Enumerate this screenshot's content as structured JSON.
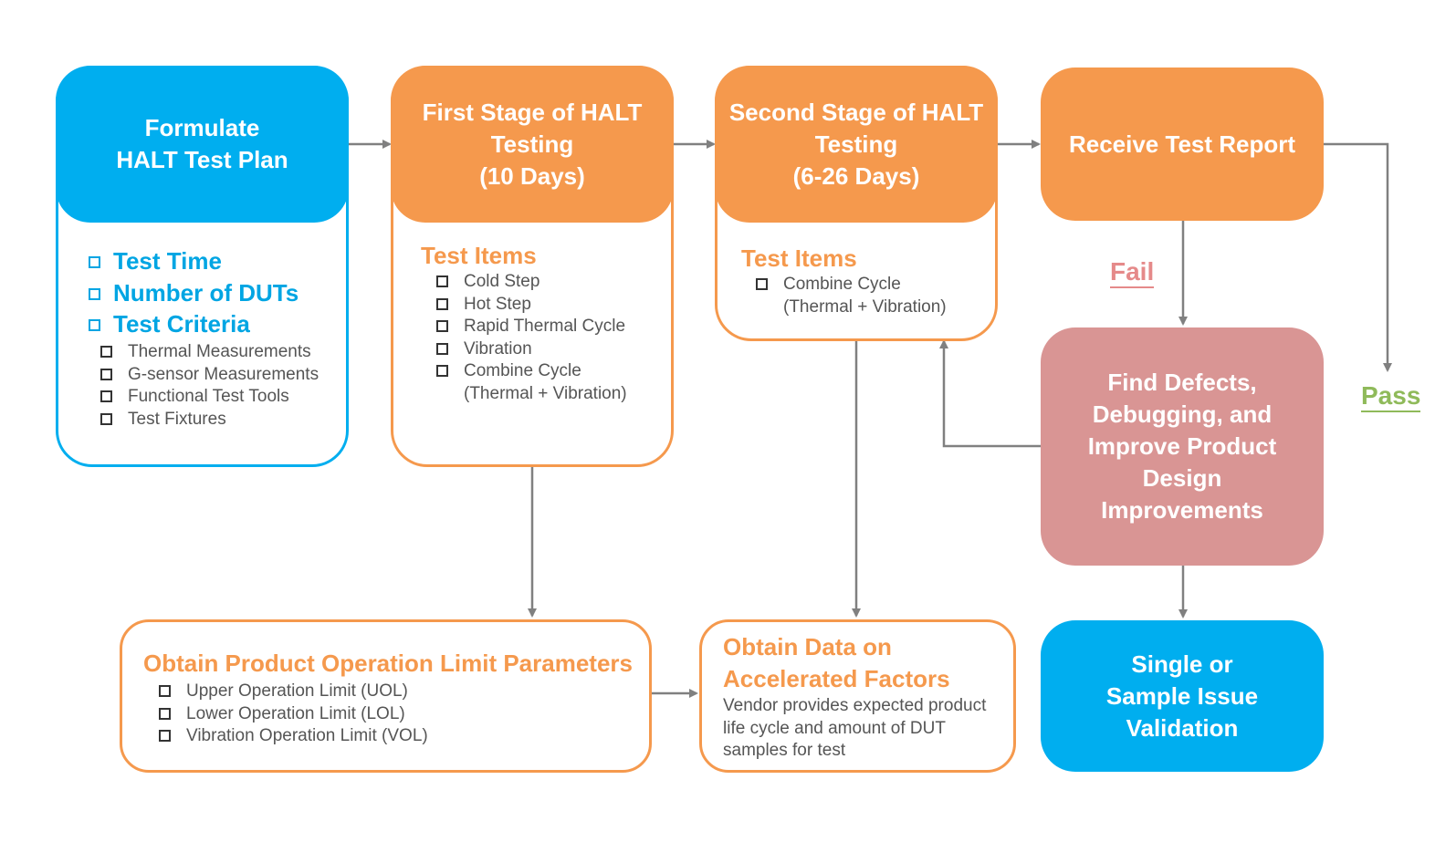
{
  "plan": {
    "title_line1": "Formulate",
    "title_line2": "HALT Test Plan",
    "items": [
      "Test Time",
      "Number of DUTs",
      "Test Criteria"
    ],
    "criteria": [
      "Thermal Measurements",
      "G-sensor Measurements",
      "Functional Test Tools",
      "Test Fixtures"
    ]
  },
  "stage1": {
    "title_line1": "First Stage of HALT",
    "title_line2": "Testing",
    "title_line3": "(10 Days)",
    "section": "Test Items",
    "items": [
      "Cold Step",
      "Hot Step",
      "Rapid Thermal Cycle",
      "Vibration",
      "Combine Cycle (Thermal + Vibration)"
    ]
  },
  "stage2": {
    "title_line1": "Second Stage of HALT",
    "title_line2": "Testing",
    "title_line3": "(6-26 Days)",
    "section": "Test Items",
    "items": [
      "Combine Cycle (Thermal + Vibration)"
    ]
  },
  "report": {
    "title": "Receive Test Report"
  },
  "defects": {
    "title": "Find Defects, Debugging, and Improve Product Design Improvements"
  },
  "validation": {
    "title": "Single or Sample Issue Validation"
  },
  "limits": {
    "title": "Obtain Product Operation Limit Parameters",
    "items": [
      "Upper Operation Limit (UOL)",
      "Lower Operation Limit (LOL)",
      "Vibration Operation Limit (VOL)"
    ]
  },
  "factors": {
    "title": "Obtain Data on Accelerated Factors",
    "text": "Vendor provides expected product life cycle and amount of DUT samples for test"
  },
  "labels": {
    "fail": "Fail",
    "pass": "Pass"
  },
  "colors": {
    "blue": "#00aeef",
    "orange": "#f5994d",
    "pink": "#d99594",
    "fail": "#e58a8a",
    "pass": "#8fba5a",
    "connector": "#808080"
  }
}
